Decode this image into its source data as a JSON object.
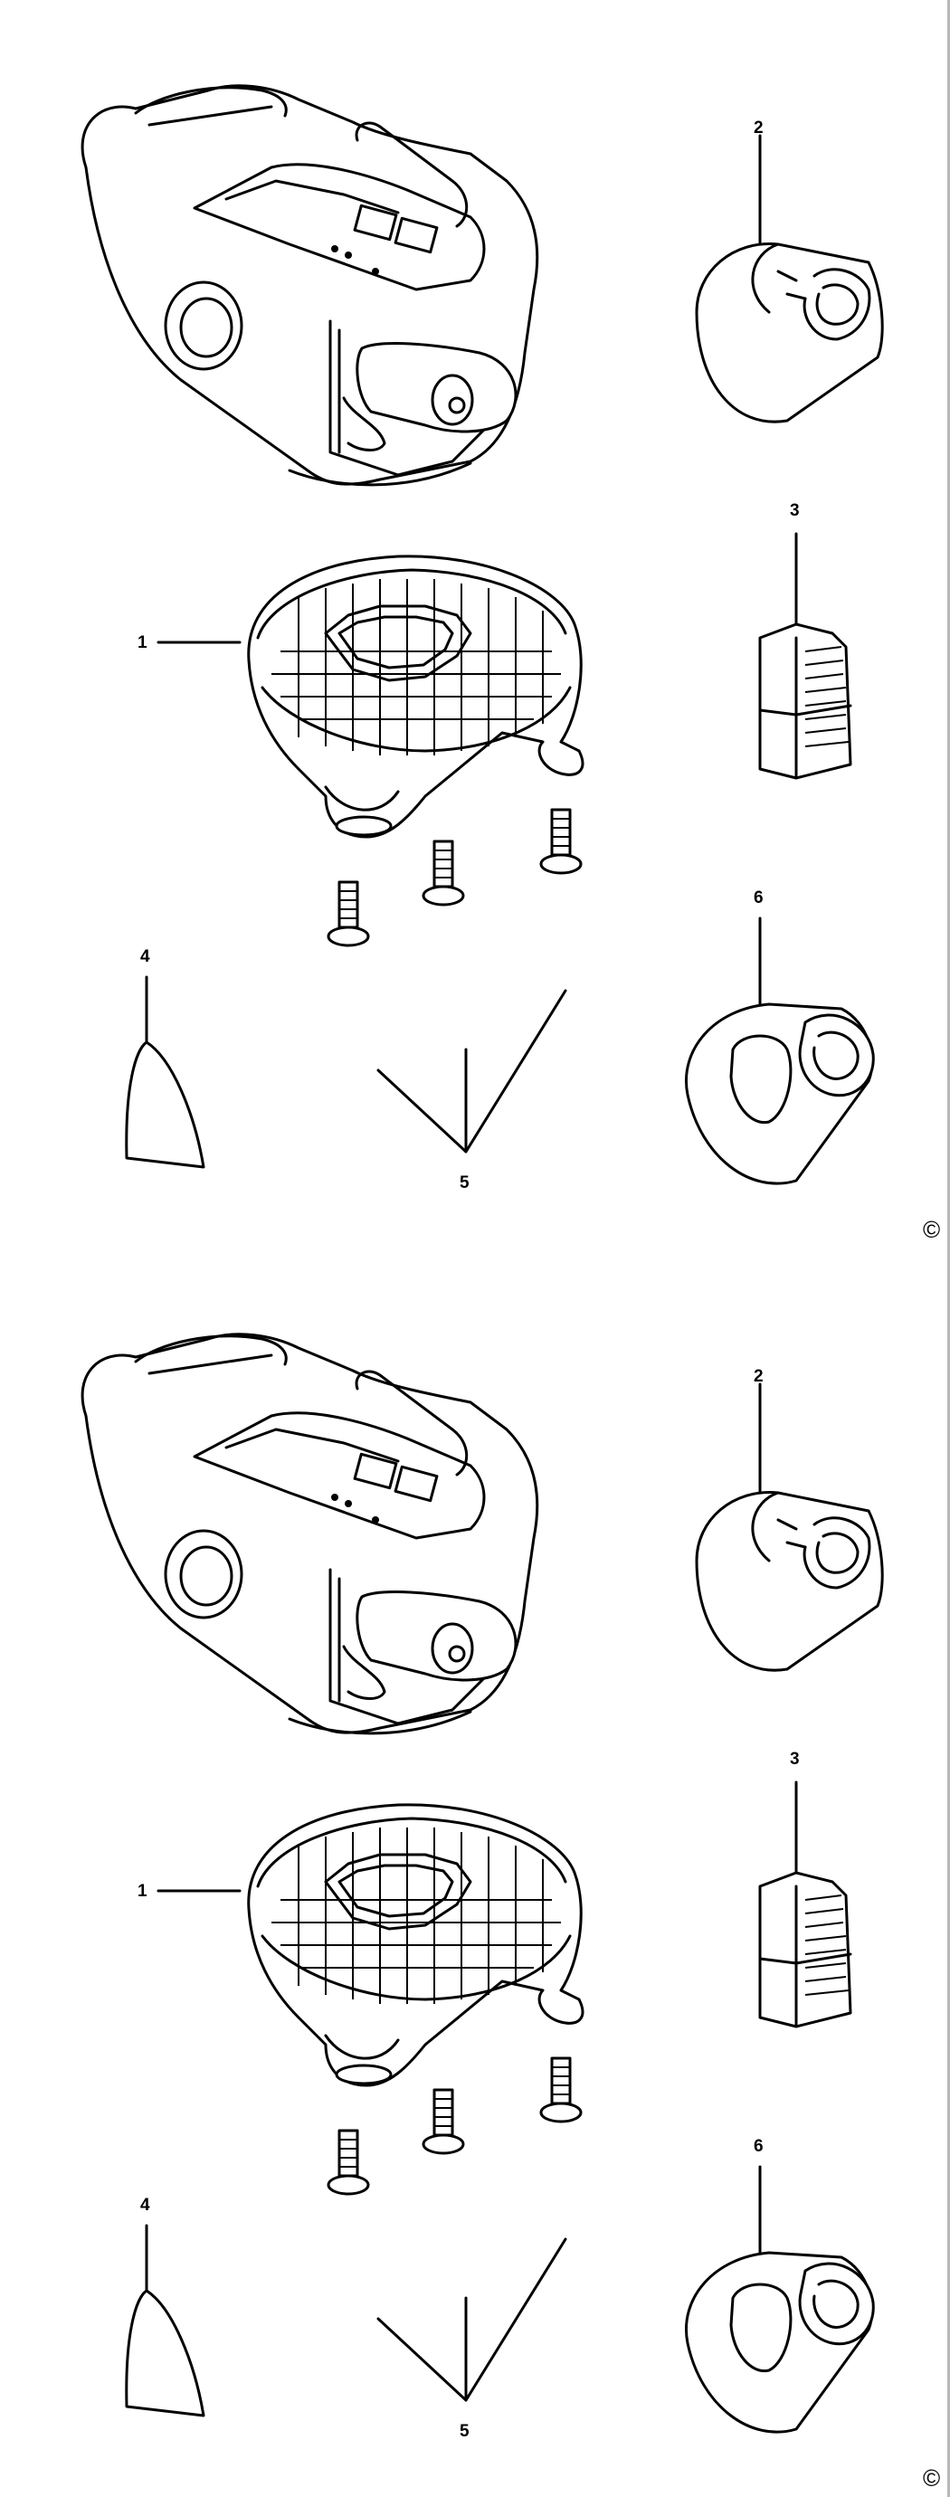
{
  "sheets": [
    {
      "labels": {
        "p1": "1",
        "p2": "2",
        "p3": "3",
        "p4": "4",
        "p5": "5",
        "p6": "6"
      },
      "copyright": "©"
    },
    {
      "labels": {
        "p1": "1",
        "p2": "2",
        "p3": "3",
        "p4": "4",
        "p5": "5",
        "p6": "6"
      },
      "copyright": "©"
    }
  ],
  "colors": {
    "line": "#000000",
    "background": "#ffffff",
    "edge": "#b8b8b8"
  }
}
